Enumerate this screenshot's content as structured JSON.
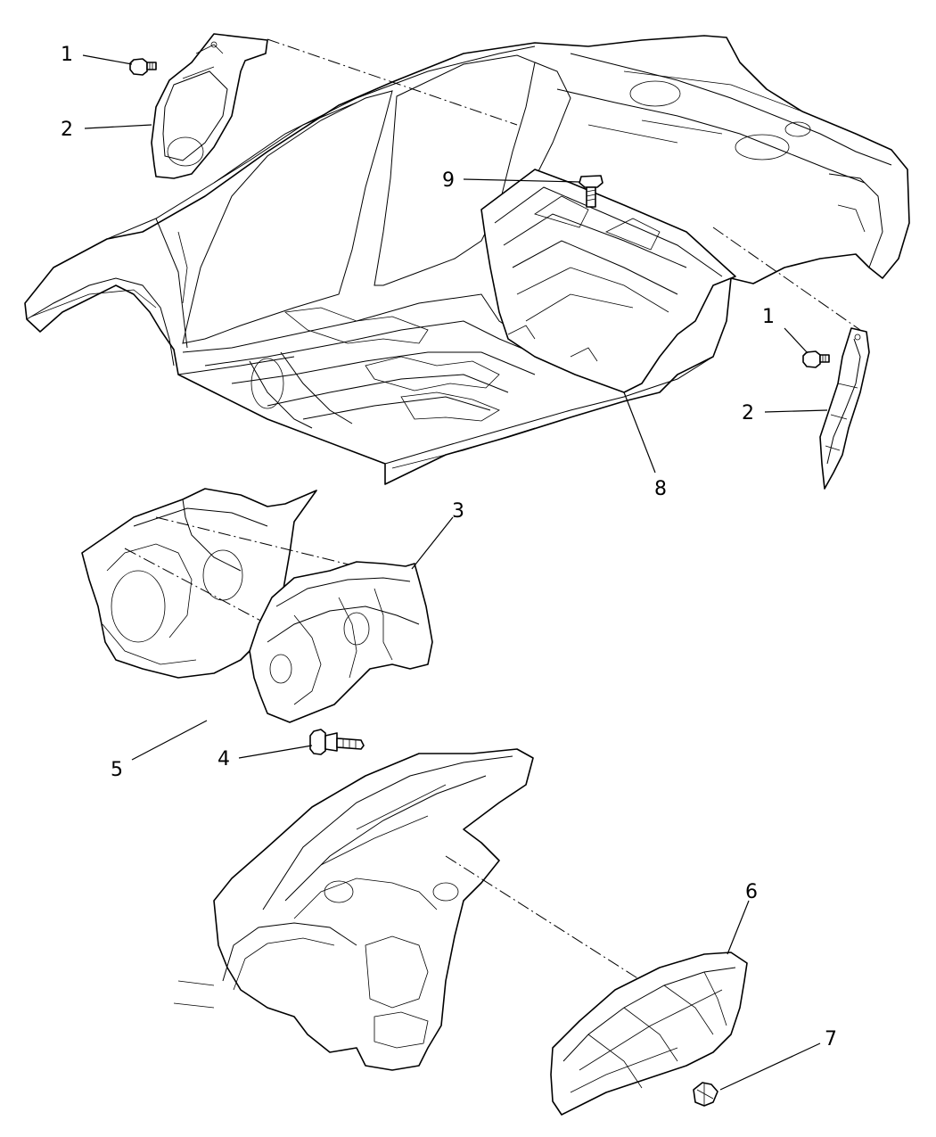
{
  "callouts": [
    {
      "id": "c1a",
      "text": "1"
    },
    {
      "id": "c2a",
      "text": "2"
    },
    {
      "id": "c9",
      "text": "9"
    },
    {
      "id": "c1b",
      "text": "1"
    },
    {
      "id": "c2b",
      "text": "2"
    },
    {
      "id": "c8",
      "text": "8"
    },
    {
      "id": "c3",
      "text": "3"
    },
    {
      "id": "c5",
      "text": "5"
    },
    {
      "id": "c4",
      "text": "4"
    },
    {
      "id": "c6",
      "text": "6"
    },
    {
      "id": "c7",
      "text": "7"
    }
  ]
}
